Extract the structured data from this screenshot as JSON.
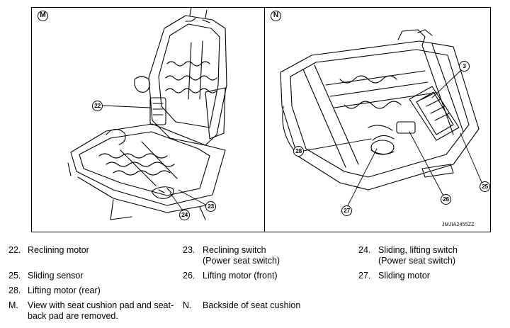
{
  "panels": {
    "m_letter": "M",
    "n_letter": "N"
  },
  "callouts": {
    "c22": "22",
    "c23": "23",
    "c24": "24",
    "c3": "3",
    "c28": "28",
    "c26": "26",
    "c27": "27",
    "c25": "25"
  },
  "image_code": "JMJIA2455ZZ",
  "legend": [
    {
      "num": "22.",
      "lines": [
        "Reclining motor"
      ]
    },
    {
      "num": "23.",
      "lines": [
        "Reclining switch",
        "(Power seat switch)"
      ]
    },
    {
      "num": "24.",
      "lines": [
        "Sliding, lifting switch",
        "(Power seat switch)"
      ]
    },
    {
      "num": "25.",
      "lines": [
        "Sliding sensor"
      ]
    },
    {
      "num": "26.",
      "lines": [
        "Lifting motor (front)"
      ]
    },
    {
      "num": "27.",
      "lines": [
        "Sliding motor"
      ]
    },
    {
      "num": "28.",
      "lines": [
        "Lifting motor (rear)"
      ]
    },
    {
      "num": "M.",
      "lines": [
        "View with seat cushion pad and seat-",
        "back pad are removed."
      ]
    },
    {
      "num": "N.",
      "lines": [
        "Backside of seat cushion"
      ]
    }
  ]
}
